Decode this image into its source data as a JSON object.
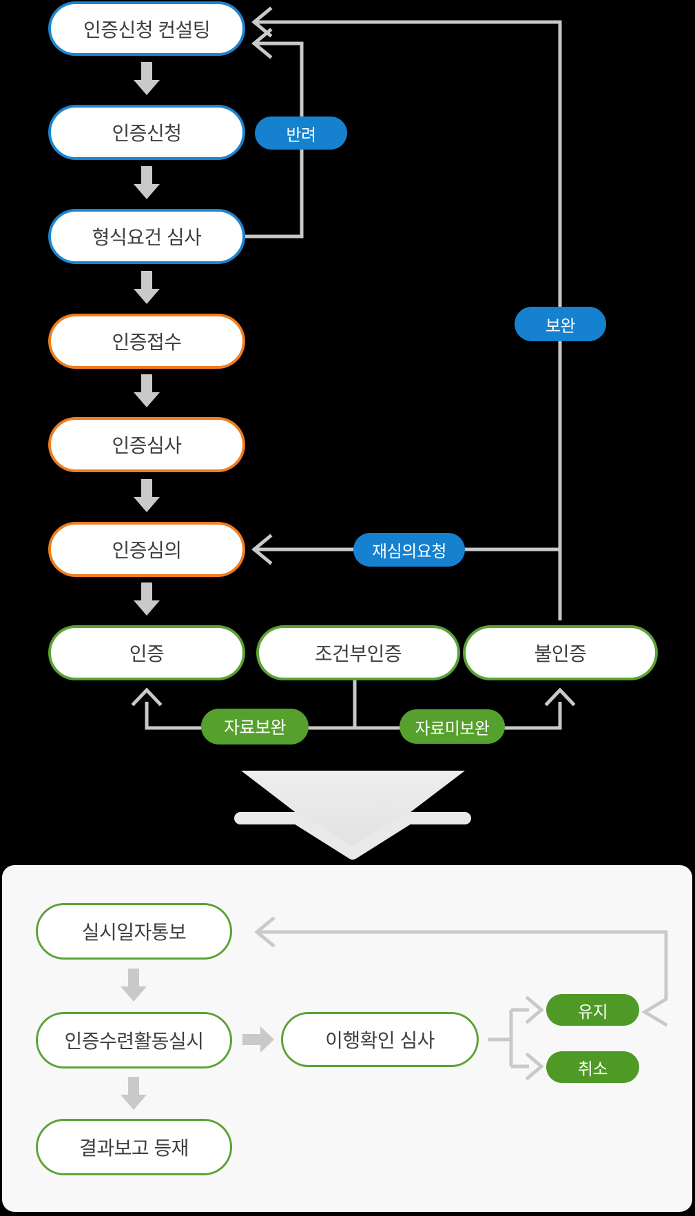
{
  "palette": {
    "bg": "#000000",
    "white": "#ffffff",
    "card_bg": "#f8f8f8",
    "text_dark": "#3e3e3e",
    "blue": "#1581cf",
    "blue_border": "#1b84d0",
    "orange_border": "#f07c1e",
    "green_border": "#5aa335",
    "green_badge": "#56a02d",
    "green_dark_badge": "#4f9a26",
    "line_gray": "#c9c9c9",
    "arrow_gray": "#c9c9c9",
    "big_arrow": "#e9e9e9"
  },
  "top_flow": {
    "steps": [
      {
        "label": "인증신청 컨설팅",
        "type": "blue"
      },
      {
        "label": "인증신청",
        "type": "blue"
      },
      {
        "label": "형식요건 심사",
        "type": "blue"
      },
      {
        "label": "인증접수",
        "type": "orange"
      },
      {
        "label": "인증심사",
        "type": "orange"
      },
      {
        "label": "인증심의",
        "type": "orange"
      }
    ],
    "results": [
      {
        "label": "인증"
      },
      {
        "label": "조건부인증"
      },
      {
        "label": "불인증"
      }
    ],
    "badges": {
      "reject": "반려",
      "supplement": "보완",
      "redeliberation_request": "재심의요청",
      "data_supplemented": "자료보완",
      "data_not_supplemented": "자료미보완"
    }
  },
  "bottom_flow": {
    "steps": [
      {
        "label": "실시일자통보"
      },
      {
        "label": "인증수련활동실시"
      },
      {
        "label": "결과보고 등재"
      },
      {
        "label": "이행확인 심사"
      }
    ],
    "outcomes": [
      {
        "label": "유지"
      },
      {
        "label": "취소"
      }
    ]
  }
}
